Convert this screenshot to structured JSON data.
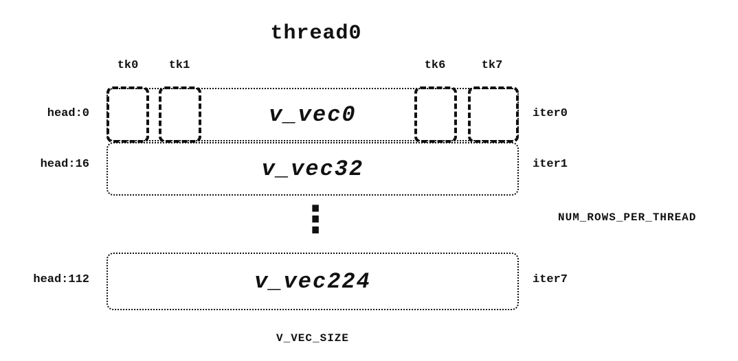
{
  "title": "thread0",
  "tks": [
    "tk0",
    "tk1",
    "tk6",
    "tk7"
  ],
  "rows": [
    {
      "head": "head:0",
      "vec": "v_vec0",
      "iter": "iter0"
    },
    {
      "head": "head:16",
      "vec": "v_vec32",
      "iter": "iter1"
    },
    {
      "head": "head:112",
      "vec": "v_vec224",
      "iter": "iter7"
    }
  ],
  "ellipsis": "⋮",
  "annotations": {
    "rows_per_thread": "NUM_ROWS_PER_THREAD",
    "vec_size": "V_VEC_SIZE"
  },
  "colors": {
    "ink": "#111111",
    "background": "#ffffff"
  }
}
